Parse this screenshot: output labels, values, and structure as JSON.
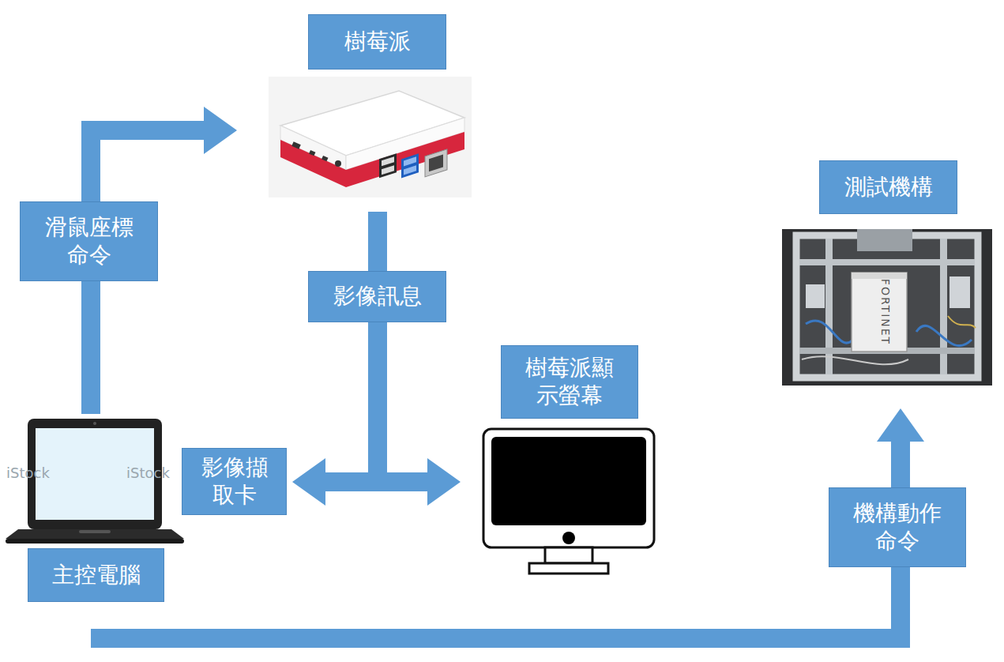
{
  "diagram": {
    "nodes": [
      {
        "text": [
          "樹莓派"
        ]
      },
      {
        "text": [
          "測試機構"
        ]
      },
      {
        "text": [
          "樹莓派顯示螢幕"
        ]
      },
      {
        "text": [
          "主控電腦"
        ]
      }
    ],
    "edges": [
      {
        "from": 3,
        "to": 0,
        "arrow": "to",
        "label": "滑鼠座標命令"
      },
      {
        "from": 0,
        "to": 3,
        "arrow": "to",
        "label": "影像擷取卡"
      },
      {
        "from": 0,
        "to": 2,
        "arrow": "to",
        "label": "影像訊息"
      },
      {
        "from": 3,
        "to": 1,
        "arrow": "to",
        "label": "機構動作命令"
      }
    ],
    "labels": [
      "iStock",
      "iStock",
      "FORTINET"
    ]
  }
}
